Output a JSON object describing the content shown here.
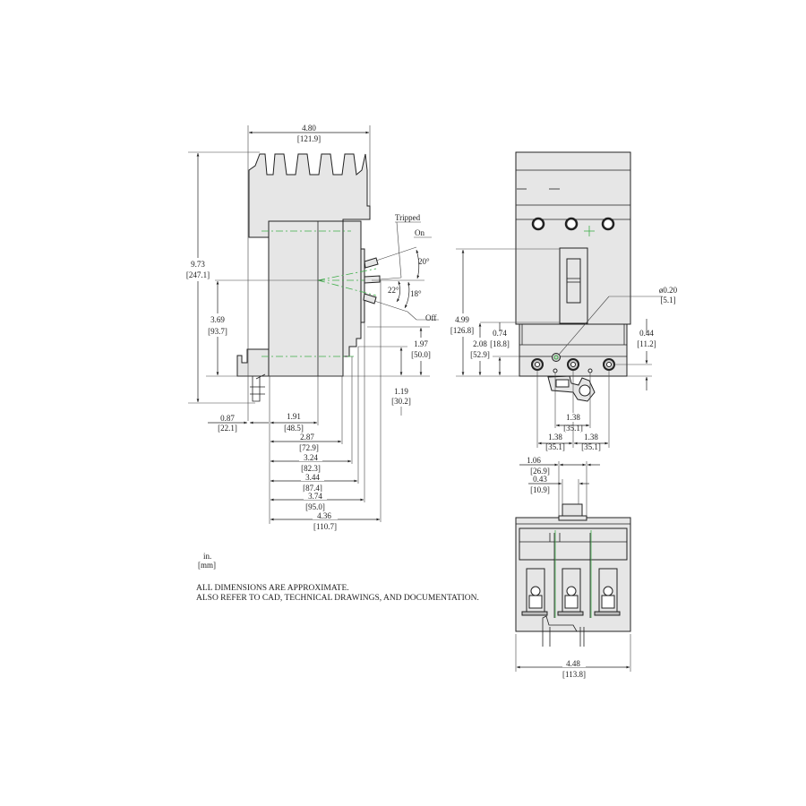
{
  "side_view": {
    "width": {
      "in": "4.80",
      "mm": "[121.9]"
    },
    "height": {
      "in": "9.73",
      "mm": "[247.1]"
    },
    "handle_center": {
      "in": "3.69",
      "mm": "[93.7]"
    },
    "d197": {
      "in": "1.97",
      "mm": "[50.0]"
    },
    "d119": {
      "in": "1.19",
      "mm": "[30.2]"
    },
    "d087": {
      "in": "0.87",
      "mm": "[22.1]"
    },
    "d191": {
      "in": "1.91",
      "mm": "[48.5]"
    },
    "d287": {
      "in": "2.87",
      "mm": "[72.9]"
    },
    "d324": {
      "in": "3.24",
      "mm": "[82.3]"
    },
    "d344": {
      "in": "3.44",
      "mm": "[87.4]"
    },
    "d374": {
      "in": "3.74",
      "mm": "[95.0]"
    },
    "d436": {
      "in": "4.36",
      "mm": "[110.7]"
    },
    "handle": {
      "tripped": "Tripped",
      "on": "On",
      "off": "Off",
      "angle_on": "20°",
      "angle_off_outer": "22°",
      "angle_off_inner": "18°"
    }
  },
  "front_view": {
    "d499": {
      "in": "4.99",
      "mm": "[126.8]"
    },
    "d208": {
      "in": "2.08",
      "mm": "[52.9]"
    },
    "d074": {
      "in": "0.74",
      "mm": "[18.8]"
    },
    "d044": {
      "in": "0.44",
      "mm": "[11.2]"
    },
    "hole": {
      "in": "ø0.20",
      "mm": "[5.1]"
    },
    "pitch_top": {
      "in": "1.38",
      "mm": "[35.1]"
    },
    "pitch_left": {
      "in": "1.38",
      "mm": "[35.1]"
    },
    "pitch_right": {
      "in": "1.38",
      "mm": "[35.1]"
    }
  },
  "bottom_view": {
    "d106": {
      "in": "1.06",
      "mm": "[26.9]"
    },
    "d043": {
      "in": "0.43",
      "mm": "[10.9]"
    },
    "d448": {
      "in": "4.48",
      "mm": "[113.8]"
    }
  },
  "legend": {
    "unit_in": "in.",
    "unit_mm": "[mm]"
  },
  "notes": [
    "ALL DIMENSIONS ARE APPROXIMATE.",
    "ALSO REFER TO CAD, TECHNICAL DRAWINGS, AND DOCUMENTATION."
  ],
  "colors": {
    "body_fill": "#e6e6e6",
    "line": "#222222",
    "centerline": "#3fae4a"
  }
}
